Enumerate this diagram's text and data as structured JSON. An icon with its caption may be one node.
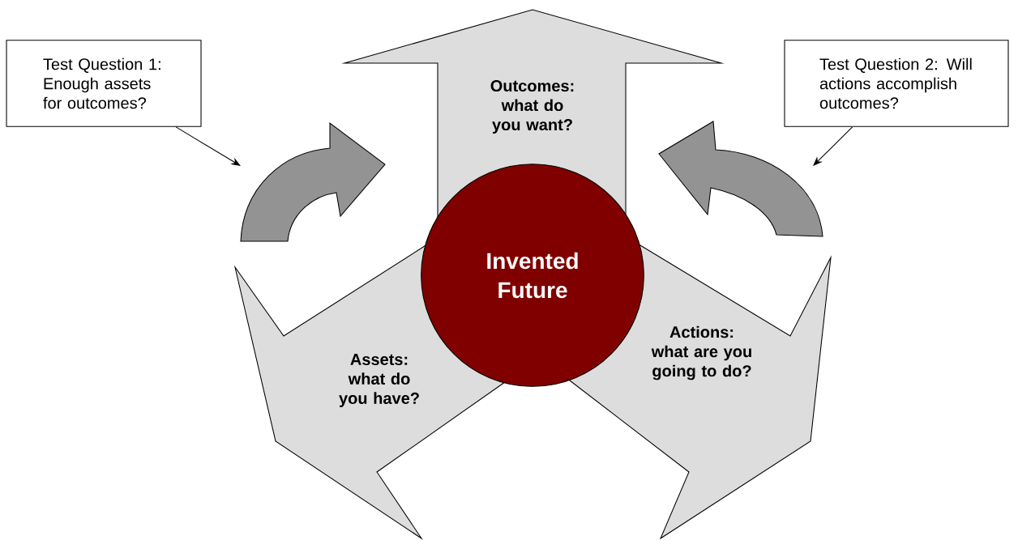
{
  "diagram": {
    "nodes": [
      {
        "text": [
          "Test Question 1: Enough assets for outcomes?"
        ]
      },
      {
        "text": [
          "Test Question 2: Will actions accomplish outcomes?"
        ]
      },
      {
        "text": [
          "Outcomes: what do you want?"
        ]
      },
      {
        "text": [
          "Invented Future"
        ]
      },
      {
        "text": [
          "Assets: what do you have?"
        ]
      },
      {
        "text": [
          "Actions: what are you going to do?"
        ]
      }
    ],
    "edges": [
      {
        "from": 4,
        "to": 2,
        "arrow": "to",
        "style": "thick"
      },
      {
        "from": 5,
        "to": 2,
        "arrow": "to",
        "style": "thick"
      },
      {
        "from": 0,
        "to": null,
        "arrow": "to"
      },
      {
        "from": 1,
        "to": null,
        "arrow": "to"
      }
    ]
  }
}
